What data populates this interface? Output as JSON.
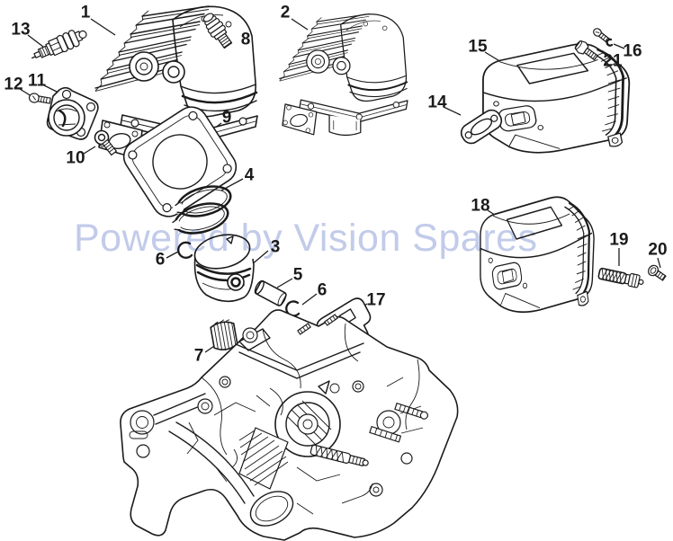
{
  "diagram": {
    "kind": "exploded-parts-diagram",
    "watermark": "Powered by Vision Spares",
    "colors": {
      "line": "#1b1b1b",
      "background": "#ffffff",
      "watermark": "#b8c2e6"
    },
    "callouts": [
      {
        "label": "1"
      },
      {
        "label": "2"
      },
      {
        "label": "3"
      },
      {
        "label": "4"
      },
      {
        "label": "5"
      },
      {
        "label": "6"
      },
      {
        "label": "6"
      },
      {
        "label": "7"
      },
      {
        "label": "8"
      },
      {
        "label": "9"
      },
      {
        "label": "10"
      },
      {
        "label": "11"
      },
      {
        "label": "12"
      },
      {
        "label": "13"
      },
      {
        "label": "14"
      },
      {
        "label": "15"
      },
      {
        "label": "16"
      },
      {
        "label": "17"
      },
      {
        "label": "18"
      },
      {
        "label": "19"
      },
      {
        "label": "20"
      },
      {
        "label": "21"
      }
    ]
  }
}
